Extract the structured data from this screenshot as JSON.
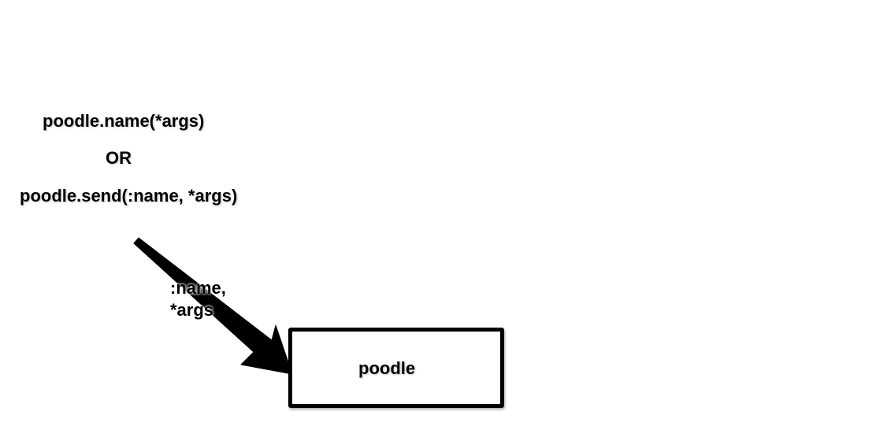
{
  "call_text": {
    "line1": "poodle.name(*args)",
    "or": "OR",
    "line2": "poodle.send(:name, *args)"
  },
  "arrow": {
    "label_line1": ":name,",
    "label_line2": "*args",
    "color": "#000000"
  },
  "receiver": {
    "label": "poodle",
    "border_color": "#000000"
  }
}
